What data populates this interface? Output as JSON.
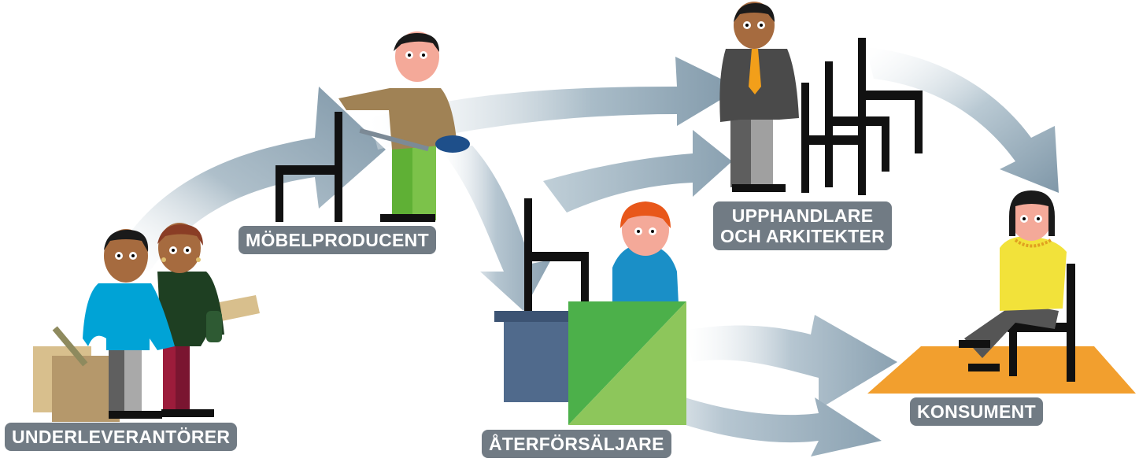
{
  "labels": {
    "underleverantorer": "UNDERLEVERANTÖRER",
    "mobelproducent": "MÖBELPRODUCENT",
    "aterforsaljare": "ÅTERFÖRSÄLJARE",
    "upphandlare": "UPPHANDLARE\nOCH ARKITEKTER",
    "konsument": "KONSUMENT"
  },
  "colors": {
    "label_bg": "#717b84",
    "label_text": "#ffffff",
    "arrow": "#8ea4b3",
    "chair": "#111111",
    "rug": "#f29f2e",
    "counter_green": "#4cb04a",
    "counter_light_green": "#8dc65b",
    "desk": "#506a8c"
  }
}
